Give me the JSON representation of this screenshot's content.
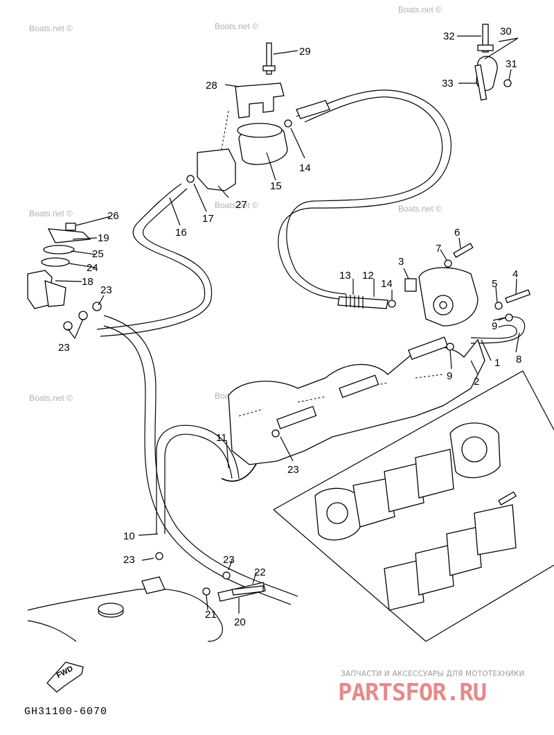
{
  "watermarks": [
    "Boats.net ©",
    "Boats.net ©",
    "Boats.net ©",
    "Boats.net ©",
    "Boats.net ©",
    "Boats.net ©",
    "Boats.net ©",
    "Boats.net ©"
  ],
  "callouts": [
    {
      "id": "c1",
      "label": "1"
    },
    {
      "id": "c2",
      "label": "2"
    },
    {
      "id": "c3",
      "label": "3"
    },
    {
      "id": "c4",
      "label": "4"
    },
    {
      "id": "c5",
      "label": "5"
    },
    {
      "id": "c6",
      "label": "6"
    },
    {
      "id": "c7",
      "label": "7"
    },
    {
      "id": "c8",
      "label": "8"
    },
    {
      "id": "c9a",
      "label": "9"
    },
    {
      "id": "c9b",
      "label": "9"
    },
    {
      "id": "c10",
      "label": "10"
    },
    {
      "id": "c11",
      "label": "11"
    },
    {
      "id": "c12",
      "label": "12"
    },
    {
      "id": "c13",
      "label": "13"
    },
    {
      "id": "c14a",
      "label": "14"
    },
    {
      "id": "c14b",
      "label": "14"
    },
    {
      "id": "c15",
      "label": "15"
    },
    {
      "id": "c16",
      "label": "16"
    },
    {
      "id": "c17",
      "label": "17"
    },
    {
      "id": "c18",
      "label": "18"
    },
    {
      "id": "c19",
      "label": "19"
    },
    {
      "id": "c20",
      "label": "20"
    },
    {
      "id": "c21",
      "label": "21"
    },
    {
      "id": "c22",
      "label": "22"
    },
    {
      "id": "c23a",
      "label": "23"
    },
    {
      "id": "c23b",
      "label": "23"
    },
    {
      "id": "c23c",
      "label": "23"
    },
    {
      "id": "c23d",
      "label": "23"
    },
    {
      "id": "c23e",
      "label": "23"
    },
    {
      "id": "c24",
      "label": "24"
    },
    {
      "id": "c25",
      "label": "25"
    },
    {
      "id": "c26",
      "label": "26"
    },
    {
      "id": "c27",
      "label": "27"
    },
    {
      "id": "c28",
      "label": "28"
    },
    {
      "id": "c29",
      "label": "29"
    },
    {
      "id": "c30",
      "label": "30"
    },
    {
      "id": "c31",
      "label": "31"
    },
    {
      "id": "c32",
      "label": "32"
    },
    {
      "id": "c33",
      "label": "33"
    }
  ],
  "fwd_label": "FWD",
  "part_code": "GH31100-6070",
  "brand": {
    "tagline": "ЗАПЧАСТИ И АКСЕССУАРЫ ДЛЯ МОТОТЕХНИКИ",
    "name": "PARTSFOR.RU",
    "color": "#e68a8a"
  }
}
